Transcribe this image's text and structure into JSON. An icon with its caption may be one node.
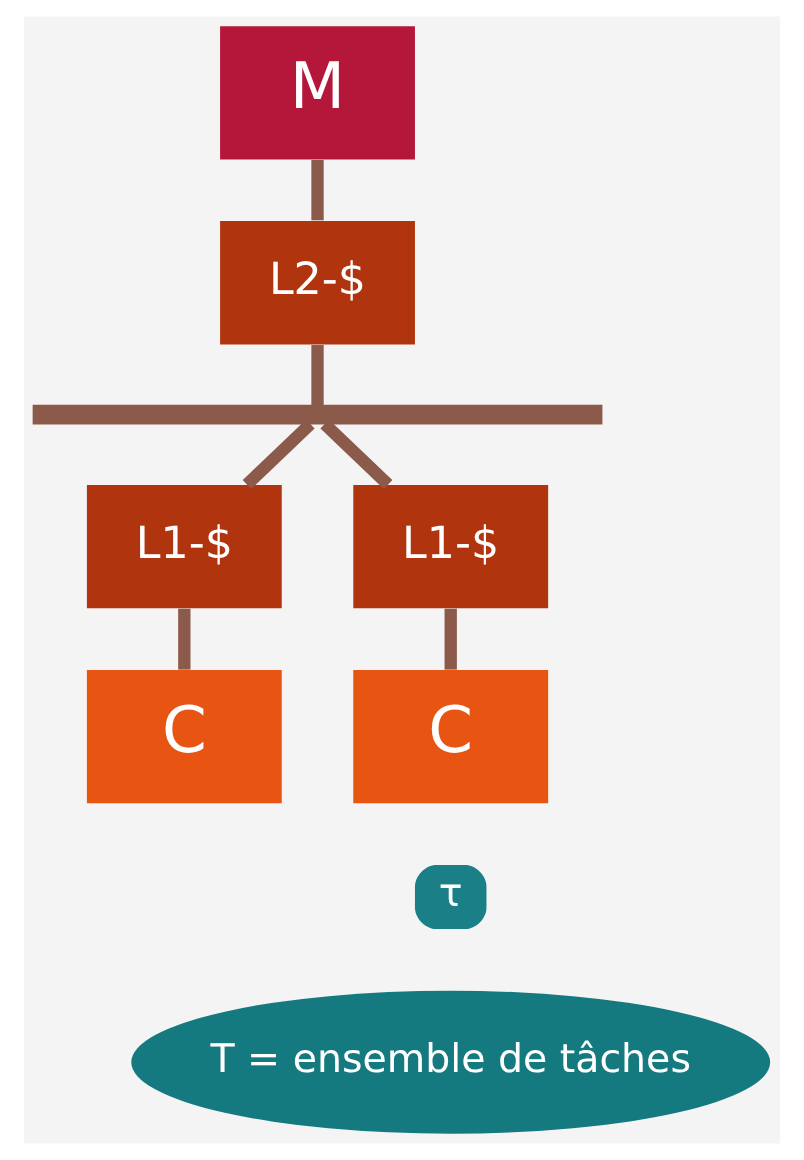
{
  "diagram": {
    "nodes": [
      {
        "text": [
          "M"
        ]
      },
      {
        "text": [
          "L2-$"
        ]
      },
      {
        "text": [],
        "shape": "bar"
      },
      {
        "text": [
          "L1-$"
        ]
      },
      {
        "text": [
          "L1-$"
        ]
      },
      {
        "text": [
          "C"
        ]
      },
      {
        "text": [
          "C"
        ]
      },
      {
        "text": [
          "τ"
        ]
      },
      {
        "text": [
          "T = ensemble de tâches"
        ]
      }
    ],
    "edges": [
      {
        "from": 0,
        "to": 1,
        "arrow": "none"
      },
      {
        "from": 1,
        "to": 2,
        "arrow": "none"
      },
      {
        "from": 2,
        "to": 3,
        "arrow": "none"
      },
      {
        "from": 2,
        "to": 4,
        "arrow": "none"
      },
      {
        "from": 3,
        "to": 5,
        "arrow": "none"
      },
      {
        "from": 4,
        "to": 6,
        "arrow": "none"
      }
    ]
  }
}
